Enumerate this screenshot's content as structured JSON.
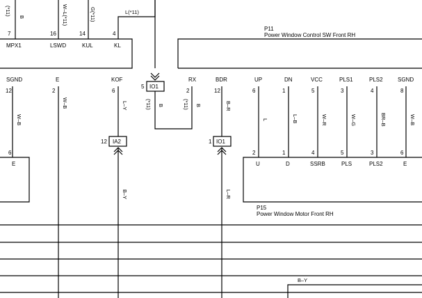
{
  "top_block": {
    "pins": [
      {
        "num": "7",
        "name": "MPX1",
        "wire": "B",
        "sub": "(*11)"
      },
      {
        "num": "16",
        "name": "LSWD",
        "wire": "W–L(*11)"
      },
      {
        "num": "14",
        "name": "KUL",
        "wire": "G(*11)"
      },
      {
        "num": "4",
        "name": "KL",
        "wire": "L(*11)"
      }
    ]
  },
  "left_block": {
    "pins": [
      {
        "name": "SGND",
        "num": "12",
        "wire": "W–B",
        "num2": "6",
        "name2": "E"
      },
      {
        "name": "E",
        "num": "2",
        "wire": "W–B"
      },
      {
        "name": "KOF",
        "num": "6",
        "wire": "L–Y"
      }
    ]
  },
  "connectors": {
    "io1_top": {
      "label": "IO1",
      "num": "5"
    },
    "io1_bottom": {
      "label": "IO1",
      "num": "1"
    },
    "ia2": {
      "label": "IA2",
      "num": "12"
    }
  },
  "io1_loop": {
    "wire1": "B",
    "sub1": "(*11)",
    "wire2": "B",
    "sub2": "(*11)"
  },
  "p11": {
    "id": "P11",
    "name": "Power Window Control SW Front RH",
    "pins": [
      {
        "name": "RX",
        "num": "2"
      },
      {
        "name": "BDR",
        "num": "12",
        "wire": "B–R"
      },
      {
        "name": "UP",
        "num": "6",
        "wire": "L"
      },
      {
        "name": "DN",
        "num": "1",
        "wire": "L–B"
      },
      {
        "name": "VCC",
        "num": "5",
        "wire": "W–R"
      },
      {
        "name": "PLS1",
        "num": "3",
        "wire": "W–G"
      },
      {
        "name": "PLS2",
        "num": "4",
        "wire": "BR–B"
      },
      {
        "name": "SGND",
        "num": "8",
        "wire": "W–B"
      }
    ]
  },
  "p15": {
    "id": "P15",
    "name": "Power Window Motor Front RH",
    "pins": [
      {
        "num": "2",
        "name": "U"
      },
      {
        "num": "1",
        "name": "D"
      },
      {
        "num": "4",
        "name": "SSRB"
      },
      {
        "num": "5",
        "name": "PLS"
      },
      {
        "num": "3",
        "name": "PLS2"
      },
      {
        "num": "6",
        "name": "E"
      }
    ]
  },
  "lower_wires": {
    "kof": "B–Y",
    "bdr": "L–R",
    "right": "B–Y"
  }
}
